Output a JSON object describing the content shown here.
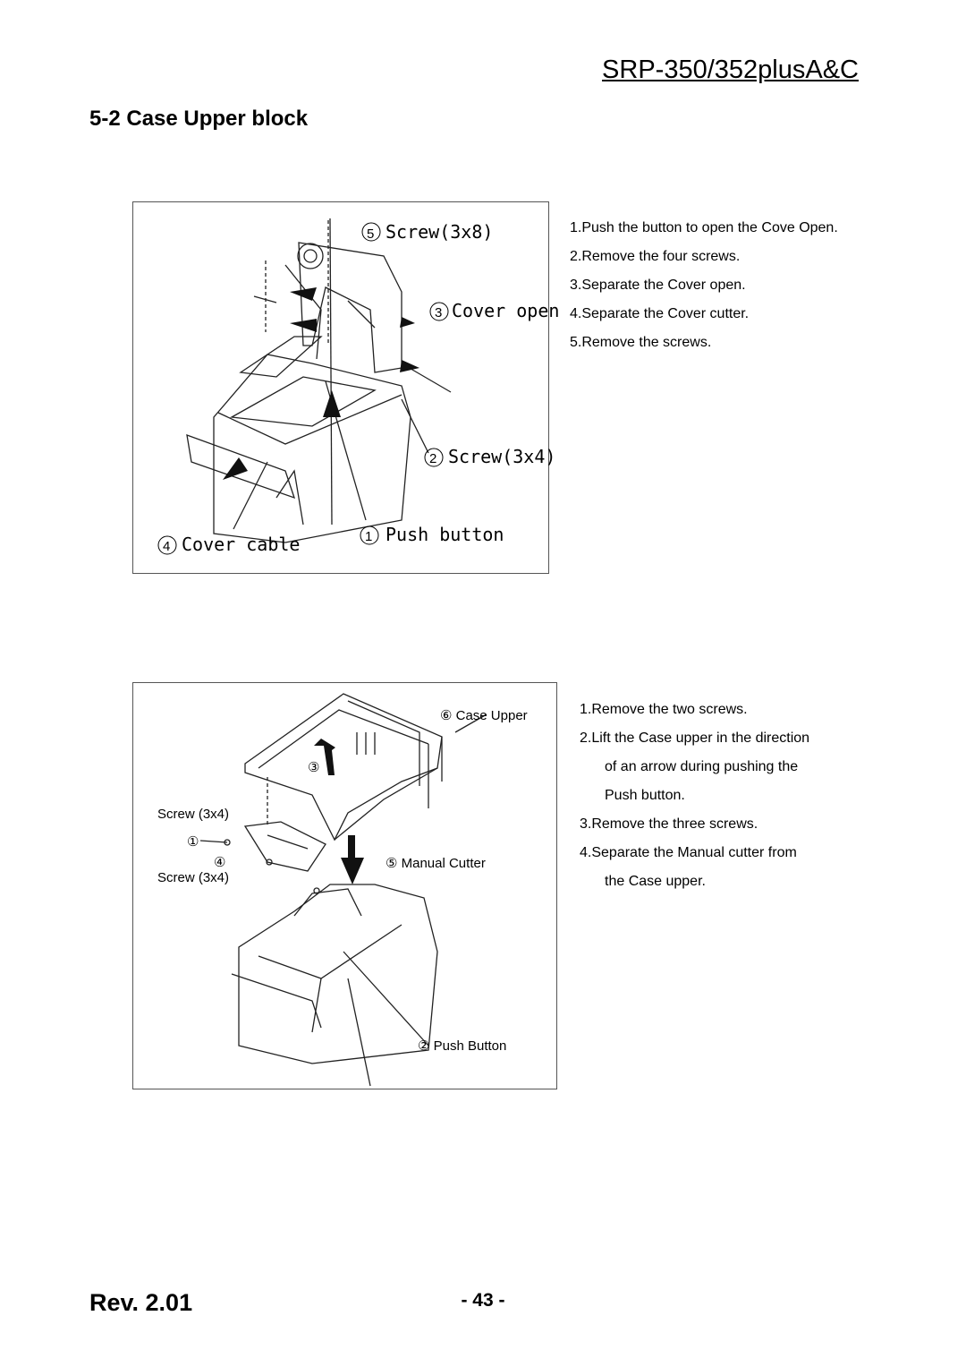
{
  "header": {
    "model": "SRP-350/352plusA&C"
  },
  "section": {
    "title": "5-2 Case Upper block"
  },
  "figure1": {
    "labels": [
      {
        "num": "5",
        "text": "Screw(3x8)"
      },
      {
        "num": "3",
        "text": "Cover open"
      },
      {
        "num": "2",
        "text": "Screw(3x4)"
      },
      {
        "num": "4",
        "text": "Cover cable"
      },
      {
        "num": "1",
        "text": "Push button"
      }
    ],
    "steps": [
      "1.Push the button to open the Cove Open.",
      "2.Remove the four screws.",
      "3.Separate the Cover open.",
      "4.Separate the Cover cutter.",
      "5.Remove the screws."
    ]
  },
  "figure2": {
    "labels": {
      "case_upper": "⑥ Case Upper",
      "arrow_num": "③",
      "screw_top": "Screw (3x4)",
      "circle1": "①",
      "circle4": "④",
      "screw_bottom": "Screw (3x4)",
      "manual_cutter": "⑤ Manual Cutter",
      "push_button": "② Push Button"
    },
    "steps": [
      "1.Remove the two screws.",
      "2.Lift the Case upper in the direction",
      "of an arrow during pushing the",
      "Push button.",
      "3.Remove the three screws.",
      "4.Separate the Manual cutter from",
      "the Case upper."
    ]
  },
  "footer": {
    "rev": "Rev. 2.01",
    "page": "- 43 -"
  }
}
